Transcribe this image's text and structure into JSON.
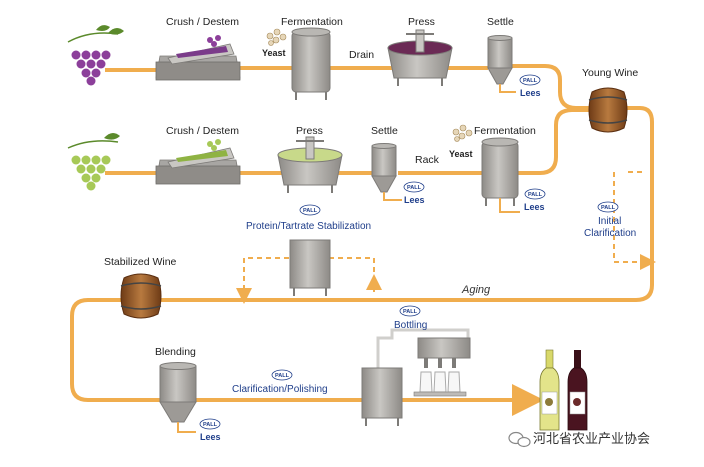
{
  "labels": {
    "crush_destem_red": "Crush / Destem",
    "fermentation_red": "Fermentation",
    "yeast_red": "Yeast",
    "drain": "Drain",
    "press_red": "Press",
    "settle_red": "Settle",
    "young_wine": "Young Wine",
    "crush_destem_white": "Crush / Destem",
    "press_white": "Press",
    "settle_white": "Settle",
    "rack": "Rack",
    "fermentation_white": "Fermentation",
    "yeast_white": "Yeast",
    "protein_tartrate": "Protein/Tartrate Stabilization",
    "initial_clarification_1": "Initial",
    "initial_clarification_2": "Clarification",
    "stabilized_wine": "Stabilized Wine",
    "aging": "Aging",
    "bottling": "Bottling",
    "blending": "Blending",
    "clarification_polishing": "Clarification/Polishing"
  },
  "lees": {
    "settle_red": "Lees",
    "settle_white": "Lees",
    "fermentation_white": "Lees",
    "blending": "Lees"
  },
  "pall_logo_text": "PALL",
  "watermark": "河北省农业产业协会",
  "colors": {
    "pipe": "#f0ad4e",
    "label_blue": "#1f3e8a",
    "steel": "#a8a6a3",
    "red_grape": "#8c3f9a",
    "white_grape": "#a7c957",
    "barrel": "#a0602c"
  },
  "icons": [
    "red-grape-cluster-icon",
    "white-grape-cluster-icon",
    "yeast-icon",
    "pall-logo-icon",
    "barrel-icon",
    "wine-bottle-icon",
    "wechat-icon"
  ]
}
